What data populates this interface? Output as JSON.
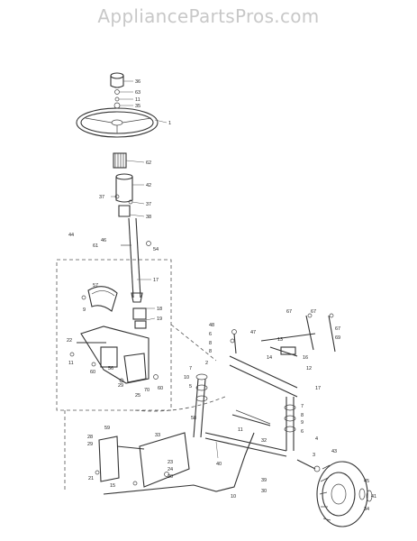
{
  "watermark": "AppliancePartsPros.com",
  "callouts": [
    {
      "id": "c36a",
      "label": "36"
    },
    {
      "id": "c63",
      "label": "63"
    },
    {
      "id": "c11a",
      "label": "11"
    },
    {
      "id": "c35",
      "label": "35"
    },
    {
      "id": "c1",
      "label": "1"
    },
    {
      "id": "c62",
      "label": "62"
    },
    {
      "id": "c42",
      "label": "42"
    },
    {
      "id": "c37a",
      "label": "37"
    },
    {
      "id": "c37b",
      "label": "37"
    },
    {
      "id": "c38",
      "label": "38"
    },
    {
      "id": "c44",
      "label": "44"
    },
    {
      "id": "c61",
      "label": "61"
    },
    {
      "id": "c54",
      "label": "54"
    },
    {
      "id": "c46",
      "label": "46"
    },
    {
      "id": "c17",
      "label": "17"
    },
    {
      "id": "c57",
      "label": "57"
    },
    {
      "id": "c18",
      "label": "18"
    },
    {
      "id": "c19",
      "label": "19"
    },
    {
      "id": "c9",
      "label": "9"
    },
    {
      "id": "c22",
      "label": "22"
    },
    {
      "id": "c11b",
      "label": "11"
    },
    {
      "id": "c60a",
      "label": "60"
    },
    {
      "id": "c56",
      "label": "56"
    },
    {
      "id": "c29a",
      "label": "29"
    },
    {
      "id": "c25",
      "label": "25"
    },
    {
      "id": "c70",
      "label": "70"
    },
    {
      "id": "c60b",
      "label": "60"
    },
    {
      "id": "c48",
      "label": "48"
    },
    {
      "id": "c6a",
      "label": "6"
    },
    {
      "id": "c8a",
      "label": "8"
    },
    {
      "id": "c8b",
      "label": "8"
    },
    {
      "id": "c47",
      "label": "47"
    },
    {
      "id": "c67a",
      "label": "67"
    },
    {
      "id": "c67b",
      "label": "67"
    },
    {
      "id": "c67c",
      "label": "67"
    },
    {
      "id": "c69",
      "label": "69"
    },
    {
      "id": "c13",
      "label": "13"
    },
    {
      "id": "c14",
      "label": "14"
    },
    {
      "id": "c16",
      "label": "16"
    },
    {
      "id": "c12",
      "label": "12"
    },
    {
      "id": "c17b",
      "label": "17"
    },
    {
      "id": "c7",
      "label": "7"
    },
    {
      "id": "c10",
      "label": "10"
    },
    {
      "id": "c5",
      "label": "5"
    },
    {
      "id": "c2",
      "label": "2"
    },
    {
      "id": "c7b",
      "label": "7"
    },
    {
      "id": "c8c",
      "label": "8"
    },
    {
      "id": "c9b",
      "label": "9"
    },
    {
      "id": "c6b",
      "label": "6"
    },
    {
      "id": "c58",
      "label": "58"
    },
    {
      "id": "c11c",
      "label": "11"
    },
    {
      "id": "c32",
      "label": "32"
    },
    {
      "id": "c40",
      "label": "40"
    },
    {
      "id": "c4",
      "label": "4"
    },
    {
      "id": "c43",
      "label": "43"
    },
    {
      "id": "c3",
      "label": "3"
    },
    {
      "id": "c39",
      "label": "39"
    },
    {
      "id": "c30",
      "label": "30"
    },
    {
      "id": "c59",
      "label": "59"
    },
    {
      "id": "c28",
      "label": "28"
    },
    {
      "id": "c29b",
      "label": "29"
    },
    {
      "id": "c23",
      "label": "23"
    },
    {
      "id": "c24",
      "label": "24"
    },
    {
      "id": "c20",
      "label": "20"
    },
    {
      "id": "c33",
      "label": "33"
    },
    {
      "id": "c15",
      "label": "15"
    },
    {
      "id": "c21",
      "label": "21"
    },
    {
      "id": "c10b",
      "label": "10"
    },
    {
      "id": "c45",
      "label": "45"
    },
    {
      "id": "c41",
      "label": "41"
    },
    {
      "id": "c34",
      "label": "34"
    }
  ]
}
